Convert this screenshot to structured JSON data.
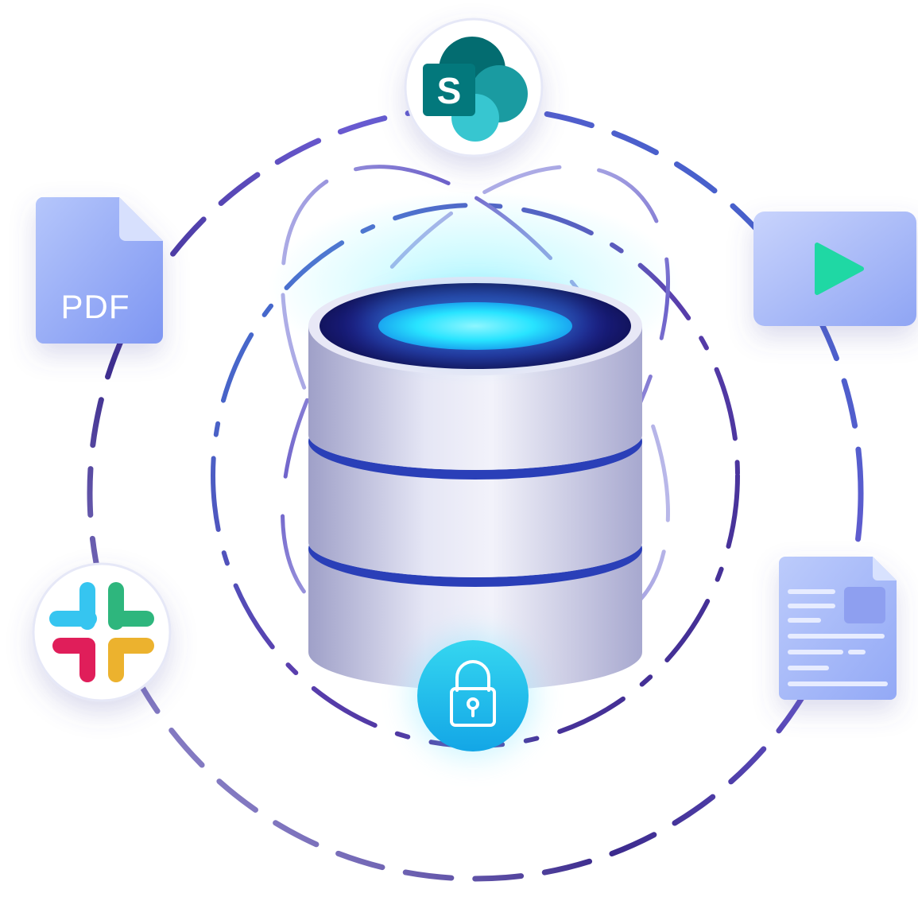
{
  "illustration": {
    "center": {
      "icon": "database-icon",
      "glow_color": "#28e4ff",
      "band_color": "#2a3fb8"
    },
    "lock": {
      "icon": "lock-icon",
      "color": "#19b6e6"
    },
    "apps": [
      {
        "name": "sharepoint",
        "icon": "sharepoint-icon",
        "letter": "S",
        "colors": [
          "#036c70",
          "#1a9ba1",
          "#37c6d0"
        ]
      },
      {
        "name": "pdf-file",
        "icon": "pdf-file-icon",
        "label": "PDF",
        "color": "#8fa7f5"
      },
      {
        "name": "video",
        "icon": "video-play-icon",
        "color": "#9eb3f8",
        "play_color": "#1fd8a4"
      },
      {
        "name": "slack",
        "icon": "slack-icon",
        "colors": [
          "#36c5f0",
          "#2eb67d",
          "#e01e5a",
          "#ecb22e"
        ]
      },
      {
        "name": "document",
        "icon": "document-icon",
        "color": "#a9bcf8"
      }
    ],
    "ring_colors": [
      "#3b2a8c",
      "#6a4fc9",
      "#4a7bd8",
      "#9aa8ea"
    ]
  }
}
